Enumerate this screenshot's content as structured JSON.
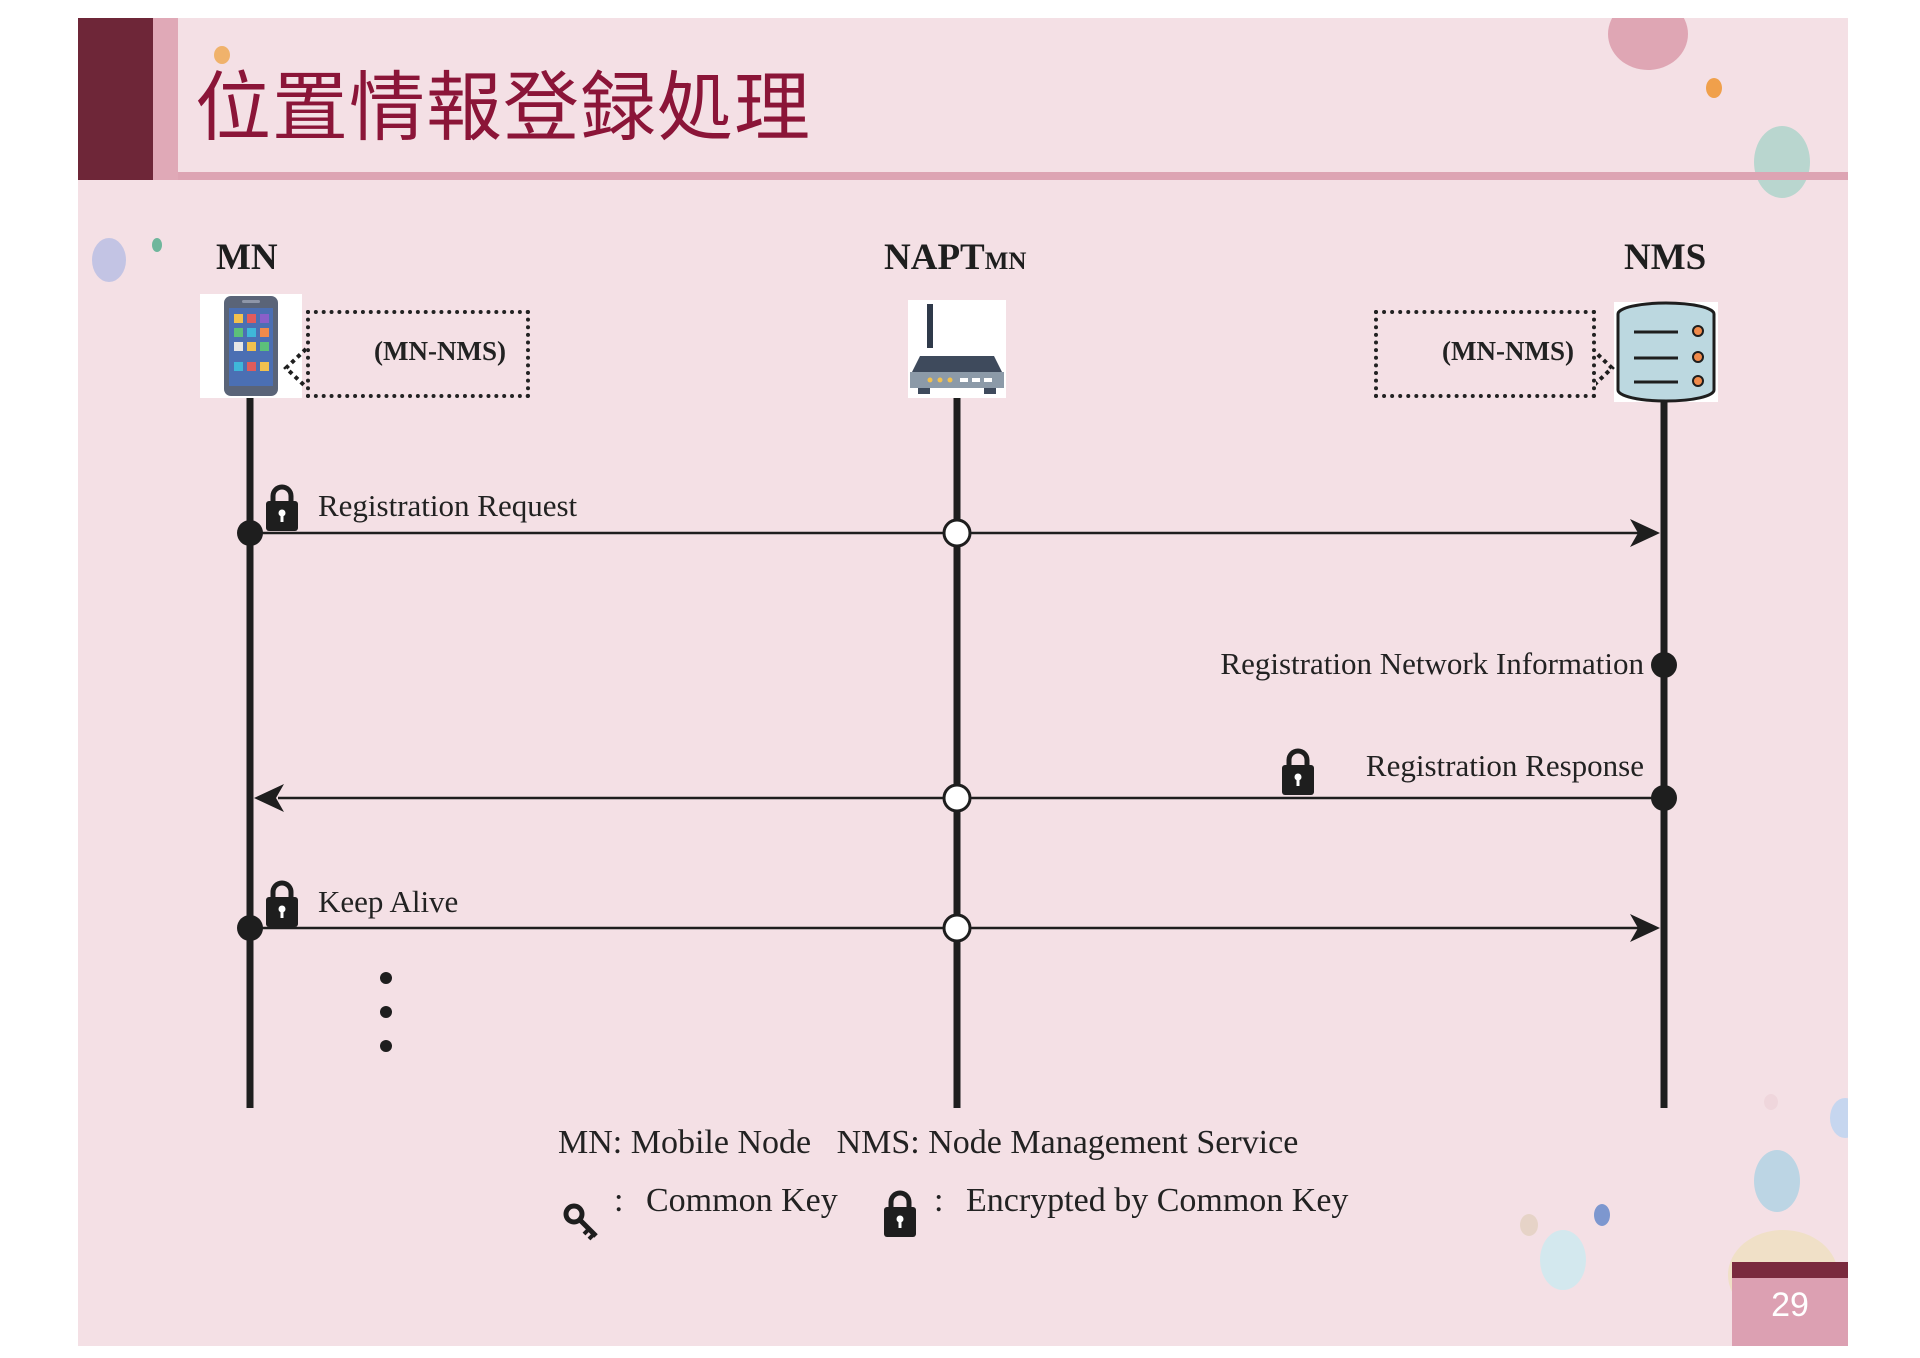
{
  "slide": {
    "title": "位置情報登録処理",
    "page_number": "29"
  },
  "actors": {
    "mn": "MN",
    "napt_main": "NAPT",
    "napt_sub": "MN",
    "nms": "NMS"
  },
  "key_boxes": {
    "mn_key": "(MN-NMS)",
    "nms_key": "(MN-NMS)"
  },
  "messages": {
    "registration_request": "Registration Request",
    "registration_network_information": "Registration Network Information",
    "registration_response": "Registration Response",
    "keep_alive": "Keep Alive"
  },
  "legend": {
    "line1": "MN: Mobile Node   NMS: Node Management Service",
    "key_sep": ":",
    "key_text": "Common Key",
    "lock_sep": ":",
    "lock_text": "Encrypted by Common Key"
  },
  "icons": [
    "smartphone-icon",
    "router-icon",
    "server-icon",
    "key-icon",
    "lock-icon"
  ],
  "colors": {
    "background": "#f4e0e5",
    "title_color": "#8b1538",
    "title_bar": "#6e2638",
    "accent_pink": "#e0a9b7",
    "line_color": "#1e1e1e"
  }
}
